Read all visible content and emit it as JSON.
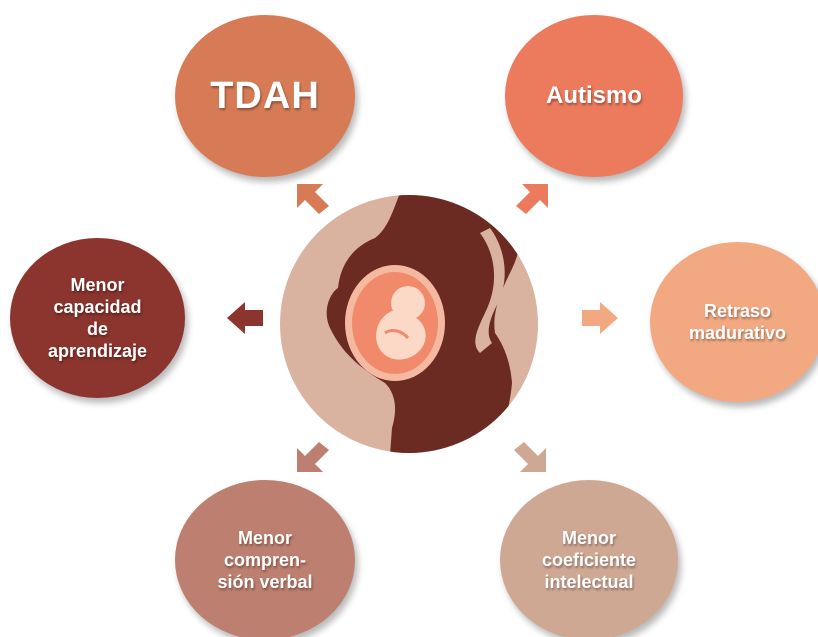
{
  "nodes": {
    "tdah": "TDAH",
    "autismo": "Autismo",
    "retraso": "Retraso\nmadurativo",
    "coeficiente": "Menor\ncoeficiente\nintelectual",
    "comprension": "Menor\ncompren-\nsión verbal",
    "aprendizaje": "Menor\ncapacidad\nde\naprendizaje"
  },
  "colors": {
    "tdah": "#d67b55",
    "autismo": "#ec7a5d",
    "retraso": "#f2a982",
    "coeficiente": "#cfa894",
    "comprension": "#bd7f6f",
    "aprendizaje": "#8b352e",
    "center_bg": "#d9b3a0",
    "silhouette": "#6b2a22",
    "womb": "#f08a6a"
  },
  "icons": {
    "center": "pregnant-woman-fetus-icon"
  }
}
